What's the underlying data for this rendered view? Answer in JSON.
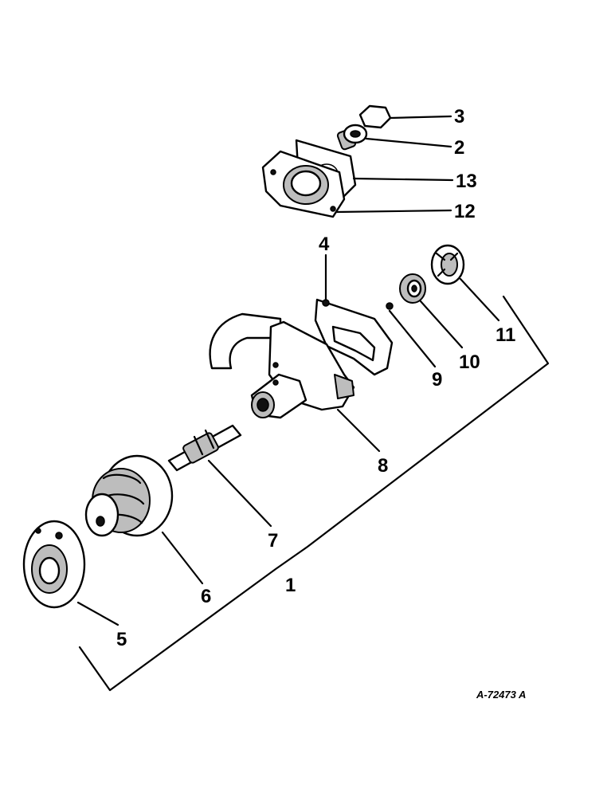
{
  "diagram": {
    "reference_code": "A-72473 A",
    "callouts": {
      "c1": "1",
      "c2": "2",
      "c3": "3",
      "c4": "4",
      "c5": "5",
      "c6": "6",
      "c7": "7",
      "c8": "8",
      "c9": "9",
      "c10": "10",
      "c11": "11",
      "c12": "12",
      "c13": "13"
    }
  }
}
